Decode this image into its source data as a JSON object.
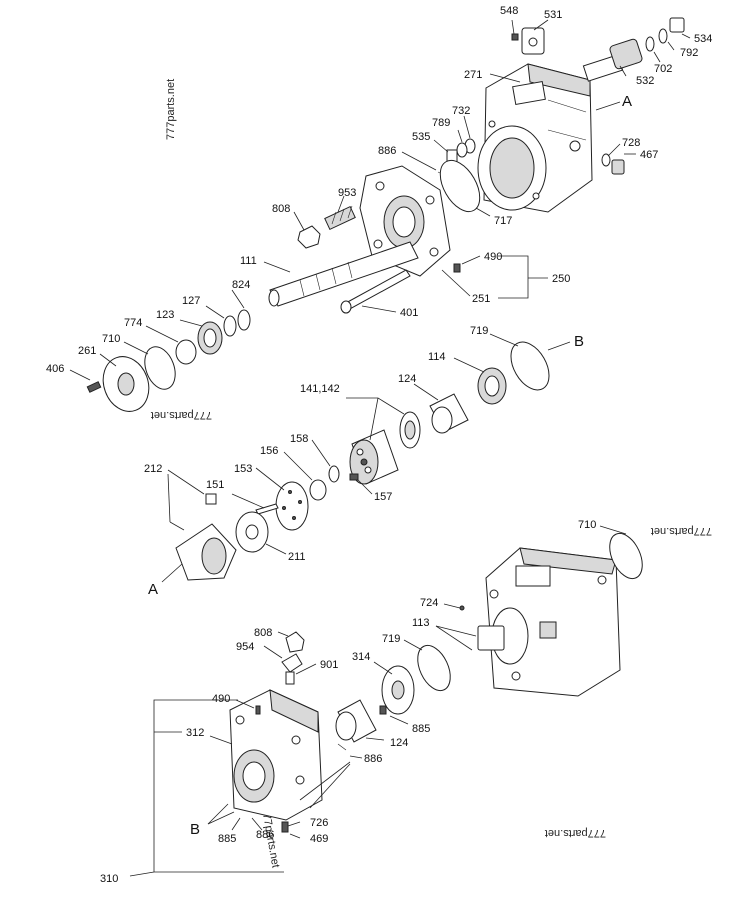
{
  "watermark": "777parts.net",
  "labels": {
    "l548": "548",
    "l531": "531",
    "l534": "534",
    "l792": "792",
    "l702": "702",
    "l532": "532",
    "l271": "271",
    "lA_top": "A",
    "l732": "732",
    "l789": "789",
    "l535": "535",
    "l886_top": "886",
    "l728": "728",
    "l467": "467",
    "l953": "953",
    "l808_top": "808",
    "l717": "717",
    "l490_top": "490",
    "l250": "250",
    "l251": "251",
    "l111": "111",
    "l401": "401",
    "l824": "824",
    "l127": "127",
    "l123": "123",
    "l774": "774",
    "l710_top": "710",
    "l261": "261",
    "l406": "406",
    "l719_top": "719",
    "lB_top": "B",
    "l114": "114",
    "l124_top": "124",
    "l141": "141,142",
    "l158": "158",
    "l156": "156",
    "l153": "153",
    "l157": "157",
    "l212": "212",
    "l151": "151",
    "l211": "211",
    "lA_bot": "A",
    "l710_bot": "710",
    "l724": "724",
    "l113": "113",
    "l719_bot": "719",
    "l808_bot": "808",
    "l954": "954",
    "l901": "901",
    "l314": "314",
    "l490_bot": "490",
    "l312": "312",
    "l885_mid": "885",
    "l124_bot": "124",
    "l886_bot": "886",
    "lB_bot": "B",
    "l726": "726",
    "l885_bot": "885",
    "l886_b2": "886",
    "l469": "469",
    "l310": "310"
  }
}
